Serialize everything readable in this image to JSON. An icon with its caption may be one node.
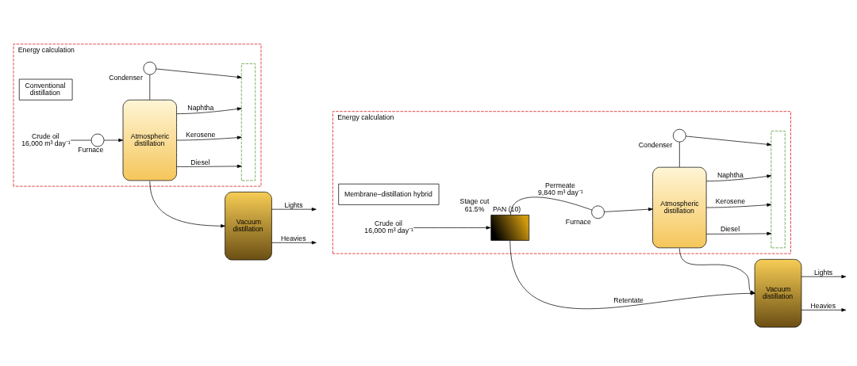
{
  "diagram": {
    "nodes": [
      {
        "text": [
          "Energy calculation"
        ]
      },
      {
        "text": [
          "Conventional distillation"
        ],
        "in": 0
      },
      {
        "text": [
          "Crude oil",
          "16,000 m³ day⁻¹"
        ],
        "in": 0
      },
      {
        "text": [
          "Furnace"
        ],
        "in": 0
      },
      {
        "text": [
          "Atmospheric distillation"
        ],
        "in": 0
      },
      {
        "text": [
          "Condenser"
        ],
        "in": 0
      },
      {
        "text": [],
        "shape": "box",
        "in": 0
      },
      {
        "text": [
          "Vacuum distillation"
        ]
      },
      {
        "text": [
          "Energy calculation"
        ]
      },
      {
        "text": [
          "Membrane–distillation hybrid"
        ],
        "in": 8
      },
      {
        "text": [
          "Crude oil",
          "16,000 m³ day⁻¹"
        ],
        "in": 8
      },
      {
        "text": [
          "PAN (10)"
        ],
        "beside": [
          "Stage cut 61.5%"
        ],
        "in": 8
      },
      {
        "text": [
          "Furnace"
        ],
        "in": 8
      },
      {
        "text": [
          "Atmospheric distillation"
        ],
        "in": 8
      },
      {
        "text": [
          "Condenser"
        ],
        "in": 8
      },
      {
        "text": [],
        "shape": "box",
        "in": 8
      },
      {
        "text": [
          "Vacuum distillation"
        ]
      }
    ],
    "edges": [
      {
        "from": 2,
        "to": 3,
        "arrow": "none"
      },
      {
        "from": 3,
        "to": 4,
        "arrow": "to"
      },
      {
        "from": 4,
        "to": 5,
        "arrow": "none"
      },
      {
        "from": 5,
        "to": 6,
        "arrow": "to"
      },
      {
        "from": 4,
        "to": 6,
        "arrow": "to",
        "label": "Naphtha"
      },
      {
        "from": 4,
        "to": 6,
        "arrow": "to",
        "label": "Kerosene"
      },
      {
        "from": 4,
        "to": 6,
        "arrow": "to",
        "label": "Diesel"
      },
      {
        "from": 4,
        "to": 7,
        "arrow": "to"
      },
      {
        "from": 7,
        "to": null,
        "arrow": "to",
        "label": "Lights"
      },
      {
        "from": 7,
        "to": null,
        "arrow": "to",
        "label": "Heavies"
      },
      {
        "from": 10,
        "to": 11,
        "arrow": "to"
      },
      {
        "from": 11,
        "to": 12,
        "arrow": "none",
        "label": "Permeate 9,840 m³ day⁻¹"
      },
      {
        "from": 12,
        "to": 13,
        "arrow": "to"
      },
      {
        "from": 13,
        "to": 14,
        "arrow": "none"
      },
      {
        "from": 14,
        "to": 15,
        "arrow": "to"
      },
      {
        "from": 13,
        "to": 15,
        "arrow": "to",
        "label": "Naphtha"
      },
      {
        "from": 13,
        "to": 15,
        "arrow": "to",
        "label": "Kerosene"
      },
      {
        "from": 13,
        "to": 15,
        "arrow": "to",
        "label": "Diesel"
      },
      {
        "from": 11,
        "to": 16,
        "arrow": "to",
        "label": "Retentate"
      },
      {
        "from": 13,
        "to": 16,
        "arrow": "to"
      },
      {
        "from": 16,
        "to": null,
        "arrow": "to",
        "label": "Lights"
      },
      {
        "from": 16,
        "to": null,
        "arrow": "to",
        "label": "Heavies"
      }
    ]
  }
}
